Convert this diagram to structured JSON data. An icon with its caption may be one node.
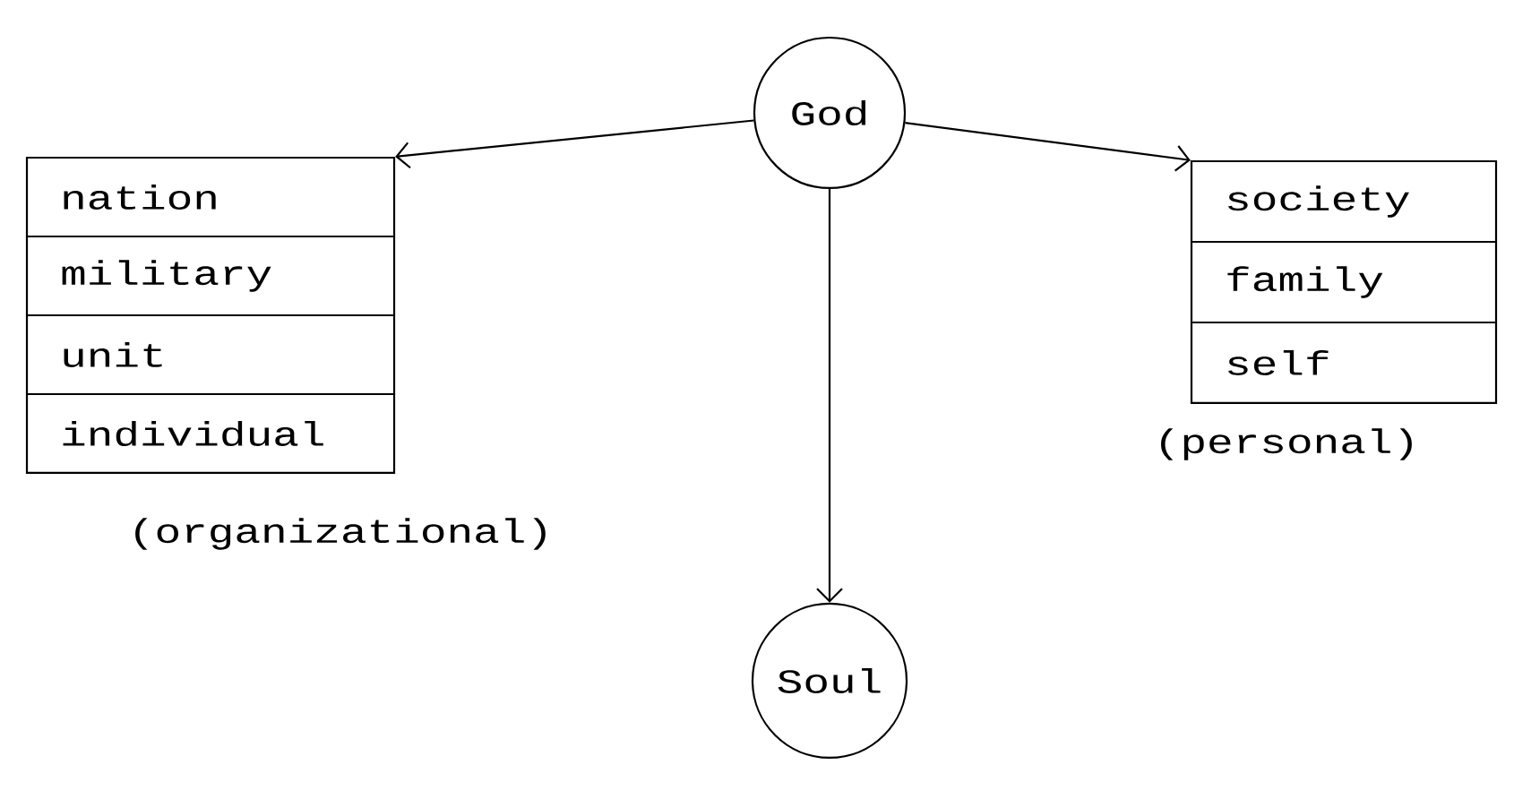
{
  "diagram": {
    "nodes": [
      {
        "text": [
          "God"
        ]
      },
      {
        "text": [
          "nation",
          "military",
          "unit",
          "individual"
        ],
        "beside": [
          "(organizational)"
        ]
      },
      {
        "text": [
          "society",
          "family",
          "self"
        ],
        "beside": [
          "(personal)"
        ]
      },
      {
        "text": [
          "Soul"
        ]
      }
    ],
    "edges": [
      {
        "from": 0,
        "to": 1,
        "arrow": "to"
      },
      {
        "from": 0,
        "to": 2,
        "arrow": "to"
      },
      {
        "from": 0,
        "to": 3,
        "arrow": "to"
      }
    ]
  }
}
